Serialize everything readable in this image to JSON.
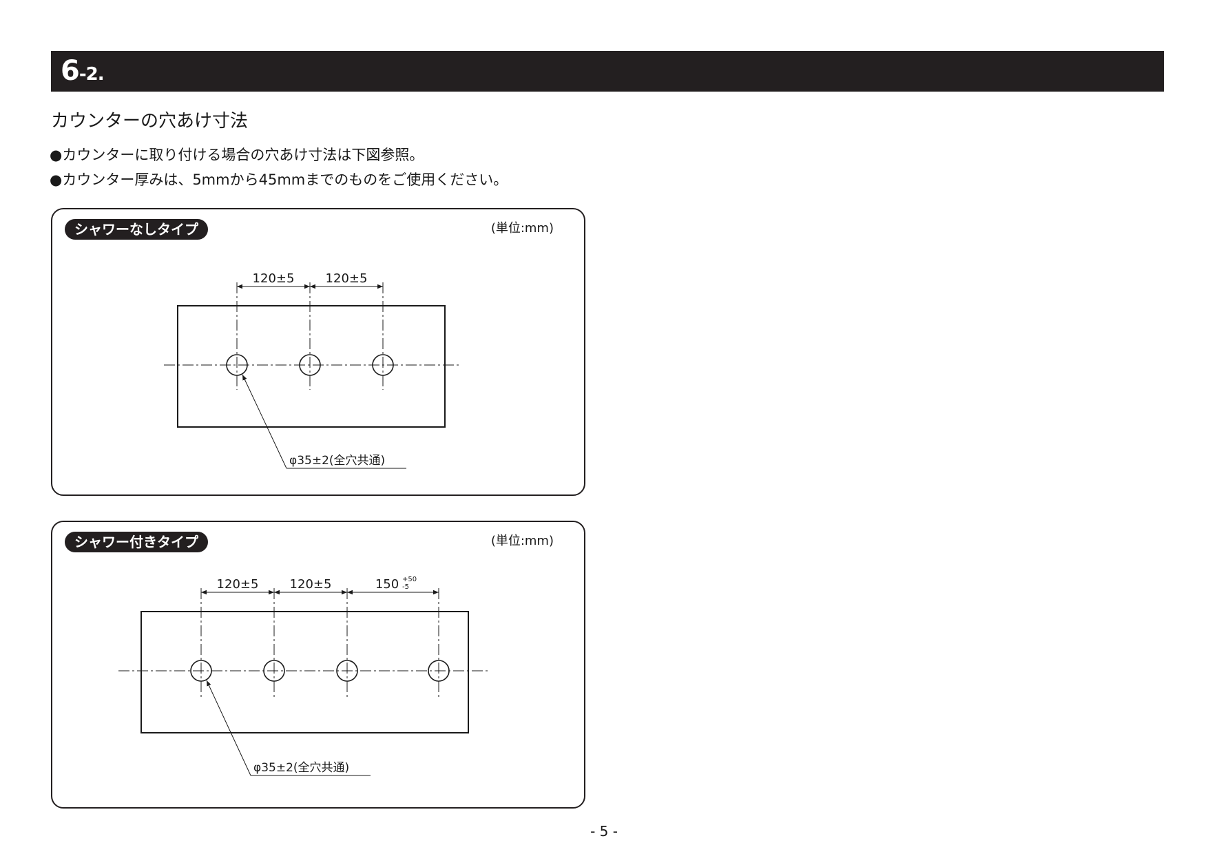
{
  "section": {
    "number_main": "6",
    "number_sub": "-2."
  },
  "title": "カウンターの穴あけ寸法",
  "notes": [
    "●カウンターに取り付ける場合の穴あけ寸法は下図参照。",
    "●カウンター厚みは、5mmから45mmまでのものをご使用ください。"
  ],
  "diagrams": [
    {
      "tag": "シャワーなしタイプ",
      "unit": "(単位:mm)",
      "dims": [
        "120±5",
        "120±5"
      ],
      "hole_count": 3,
      "callout": "φ35±2(全穴共通)"
    },
    {
      "tag": "シャワー付きタイプ",
      "unit": "(単位:mm)",
      "dims": [
        "120±5",
        "120±5",
        "150"
      ],
      "dim3_tol_upper": "+50",
      "dim3_tol_lower": "-5",
      "hole_count": 4,
      "callout": "φ35±2(全穴共通)"
    }
  ],
  "page_number": "- 5 -",
  "colors": {
    "bar": "#231f20",
    "ink": "#1a1a1a"
  }
}
